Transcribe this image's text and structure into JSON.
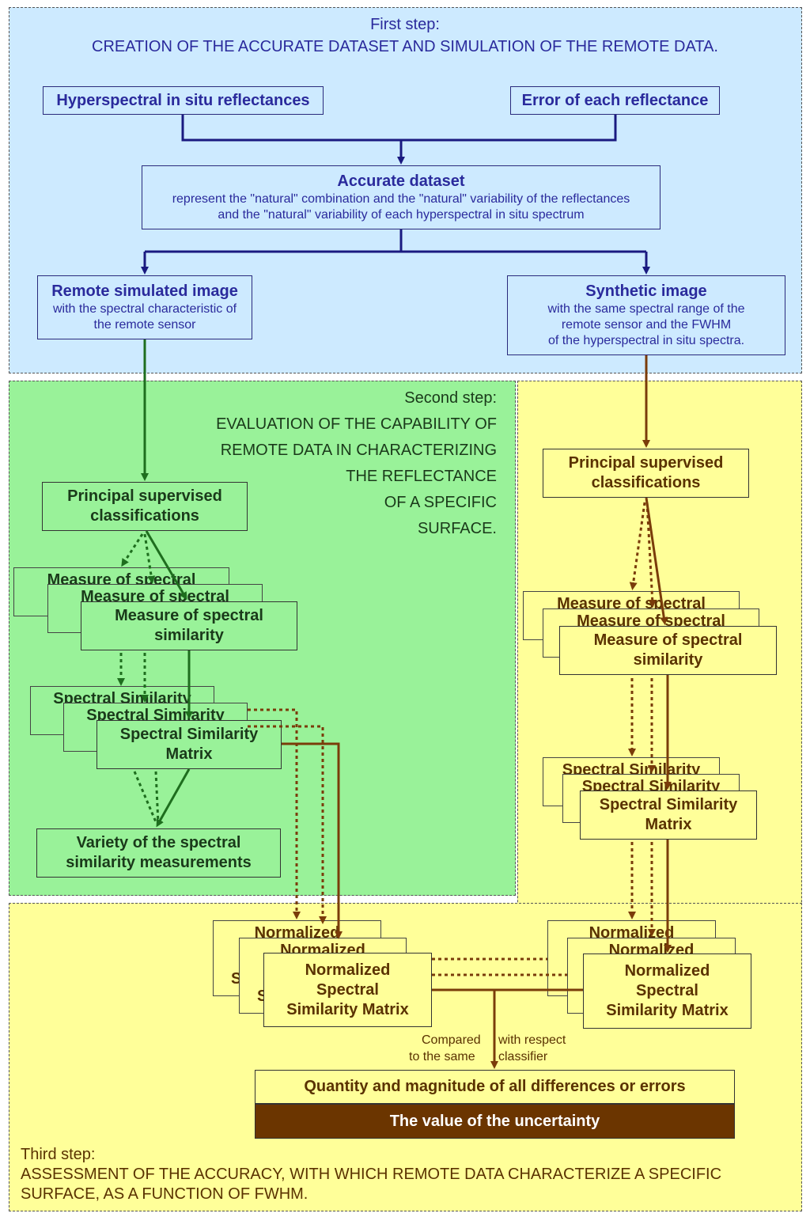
{
  "step1": {
    "heading": "First step:",
    "title": "CREATION OF THE ACCURATE DATASET AND SIMULATION OF THE REMOTE DATA.",
    "hyperspectral": "Hyperspectral in situ reflectances",
    "error": "Error of each reflectance",
    "accurate_title": "Accurate dataset",
    "accurate_line1": "represent the \"natural\" combination and the \"natural\" variability of the reflectances",
    "accurate_line2": "and the \"natural\" variability of each hyperspectral in situ spectrum",
    "remote_title": "Remote simulated image",
    "remote_line1": "with the spectral characteristic of",
    "remote_line2": "the remote sensor",
    "synthetic_title": "Synthetic image",
    "synthetic_line1": "with the same spectral range of the",
    "synthetic_line2": "remote sensor and the FWHM",
    "synthetic_line3": "of the hyperspectral in situ spectra."
  },
  "step2": {
    "heading": "Second step:",
    "title_lines": [
      "EVALUATION OF THE CAPABILITY OF",
      "REMOTE DATA IN CHARACTERIZING",
      "THE REFLECTANCE",
      "OF A SPECIFIC",
      "SURFACE."
    ],
    "psc_line1": "Principal supervised",
    "psc_line2": "classifications",
    "measure_line1": "Measure of spectral",
    "measure_line2": "similarity",
    "ssm_line1": "Spectral Similarity",
    "ssm_line2": "Matrix",
    "variety_line1": "Variety of the spectral",
    "variety_line2": "similarity measurements"
  },
  "right": {
    "psc_line1": "Principal supervised",
    "psc_line2": "classifications",
    "measure_line1": "Measure of spectral",
    "measure_line2": "similarity",
    "ssm_line1": "Spectral Similarity",
    "ssm_line2": "Matrix"
  },
  "step3": {
    "norm_line1": "Normalized",
    "norm_line2": "Spectral",
    "norm_line3": "Similarity Matrix",
    "ghost_norm_a": "Normalized",
    "ghost_norm_b": "S",
    "compared_a": "Compared",
    "compared_b": "to the same",
    "compared_c": "with respect",
    "compared_d": "classifier",
    "quantity": "Quantity and magnitude of all differences or errors",
    "uncertainty": "The value of the uncertainty",
    "heading": "Third step:",
    "title_line1": "ASSESSMENT OF THE ACCURACY, WITH WHICH REMOTE DATA CHARACTERIZE A SPECIFIC",
    "title_line2": "SURFACE, AS A FUNCTION OF FWHM."
  },
  "colors": {
    "blue_region": "#cdeaff",
    "green_region": "#99f299",
    "yellow_region": "#ffff99",
    "navy_line": "#1a1a80",
    "green_line": "#1e6e1e",
    "brown_line": "#7a3c0a",
    "uncertainty_bg": "#6b3500"
  }
}
